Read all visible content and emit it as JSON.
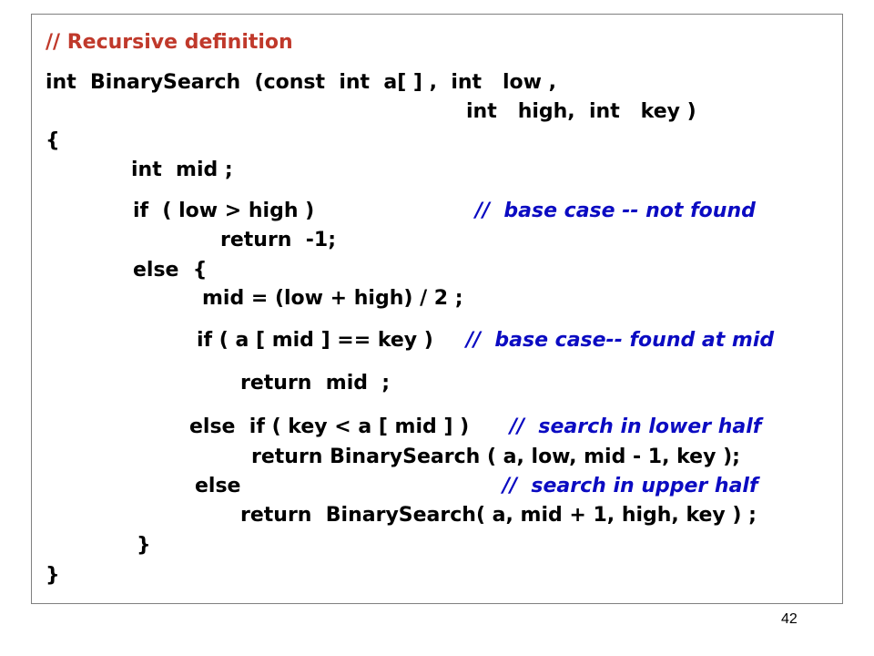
{
  "slide": {
    "page_number": "42",
    "colors": {
      "heading": "#c0392b",
      "comment": "#0b0bc2",
      "code": "#000000",
      "border": "#7f7f7f"
    }
  },
  "code": {
    "heading": "// Recursive definition",
    "signature_1": "int  BinarySearch  (const  int  a[ ] ,  int   low ,",
    "signature_2": "int   high,  int   key )",
    "open_brace": "{",
    "decl_mid": "int  mid ;",
    "if_low_high": "if  ( low > high )",
    "comment_not_found": "//  base case -- not found",
    "return_neg1": "return  -1;",
    "else_open": "else  {",
    "mid_assign": "mid = (low + high) / 2 ;",
    "if_found": "if ( a [ mid ] == key )",
    "comment_found": "//  base case-- found at mid",
    "return_mid": "return  mid  ;",
    "else_if_lower": "else  if ( key < a [ mid ] )",
    "comment_lower": "//  search in lower half",
    "return_lower": "return BinarySearch ( a, low, mid - 1, key );",
    "else_upper": "else",
    "comment_upper": "//  search in upper half",
    "return_upper": "return  BinarySearch( a, mid + 1, high, key ) ;",
    "close_inner": "}",
    "close_outer": "}"
  }
}
